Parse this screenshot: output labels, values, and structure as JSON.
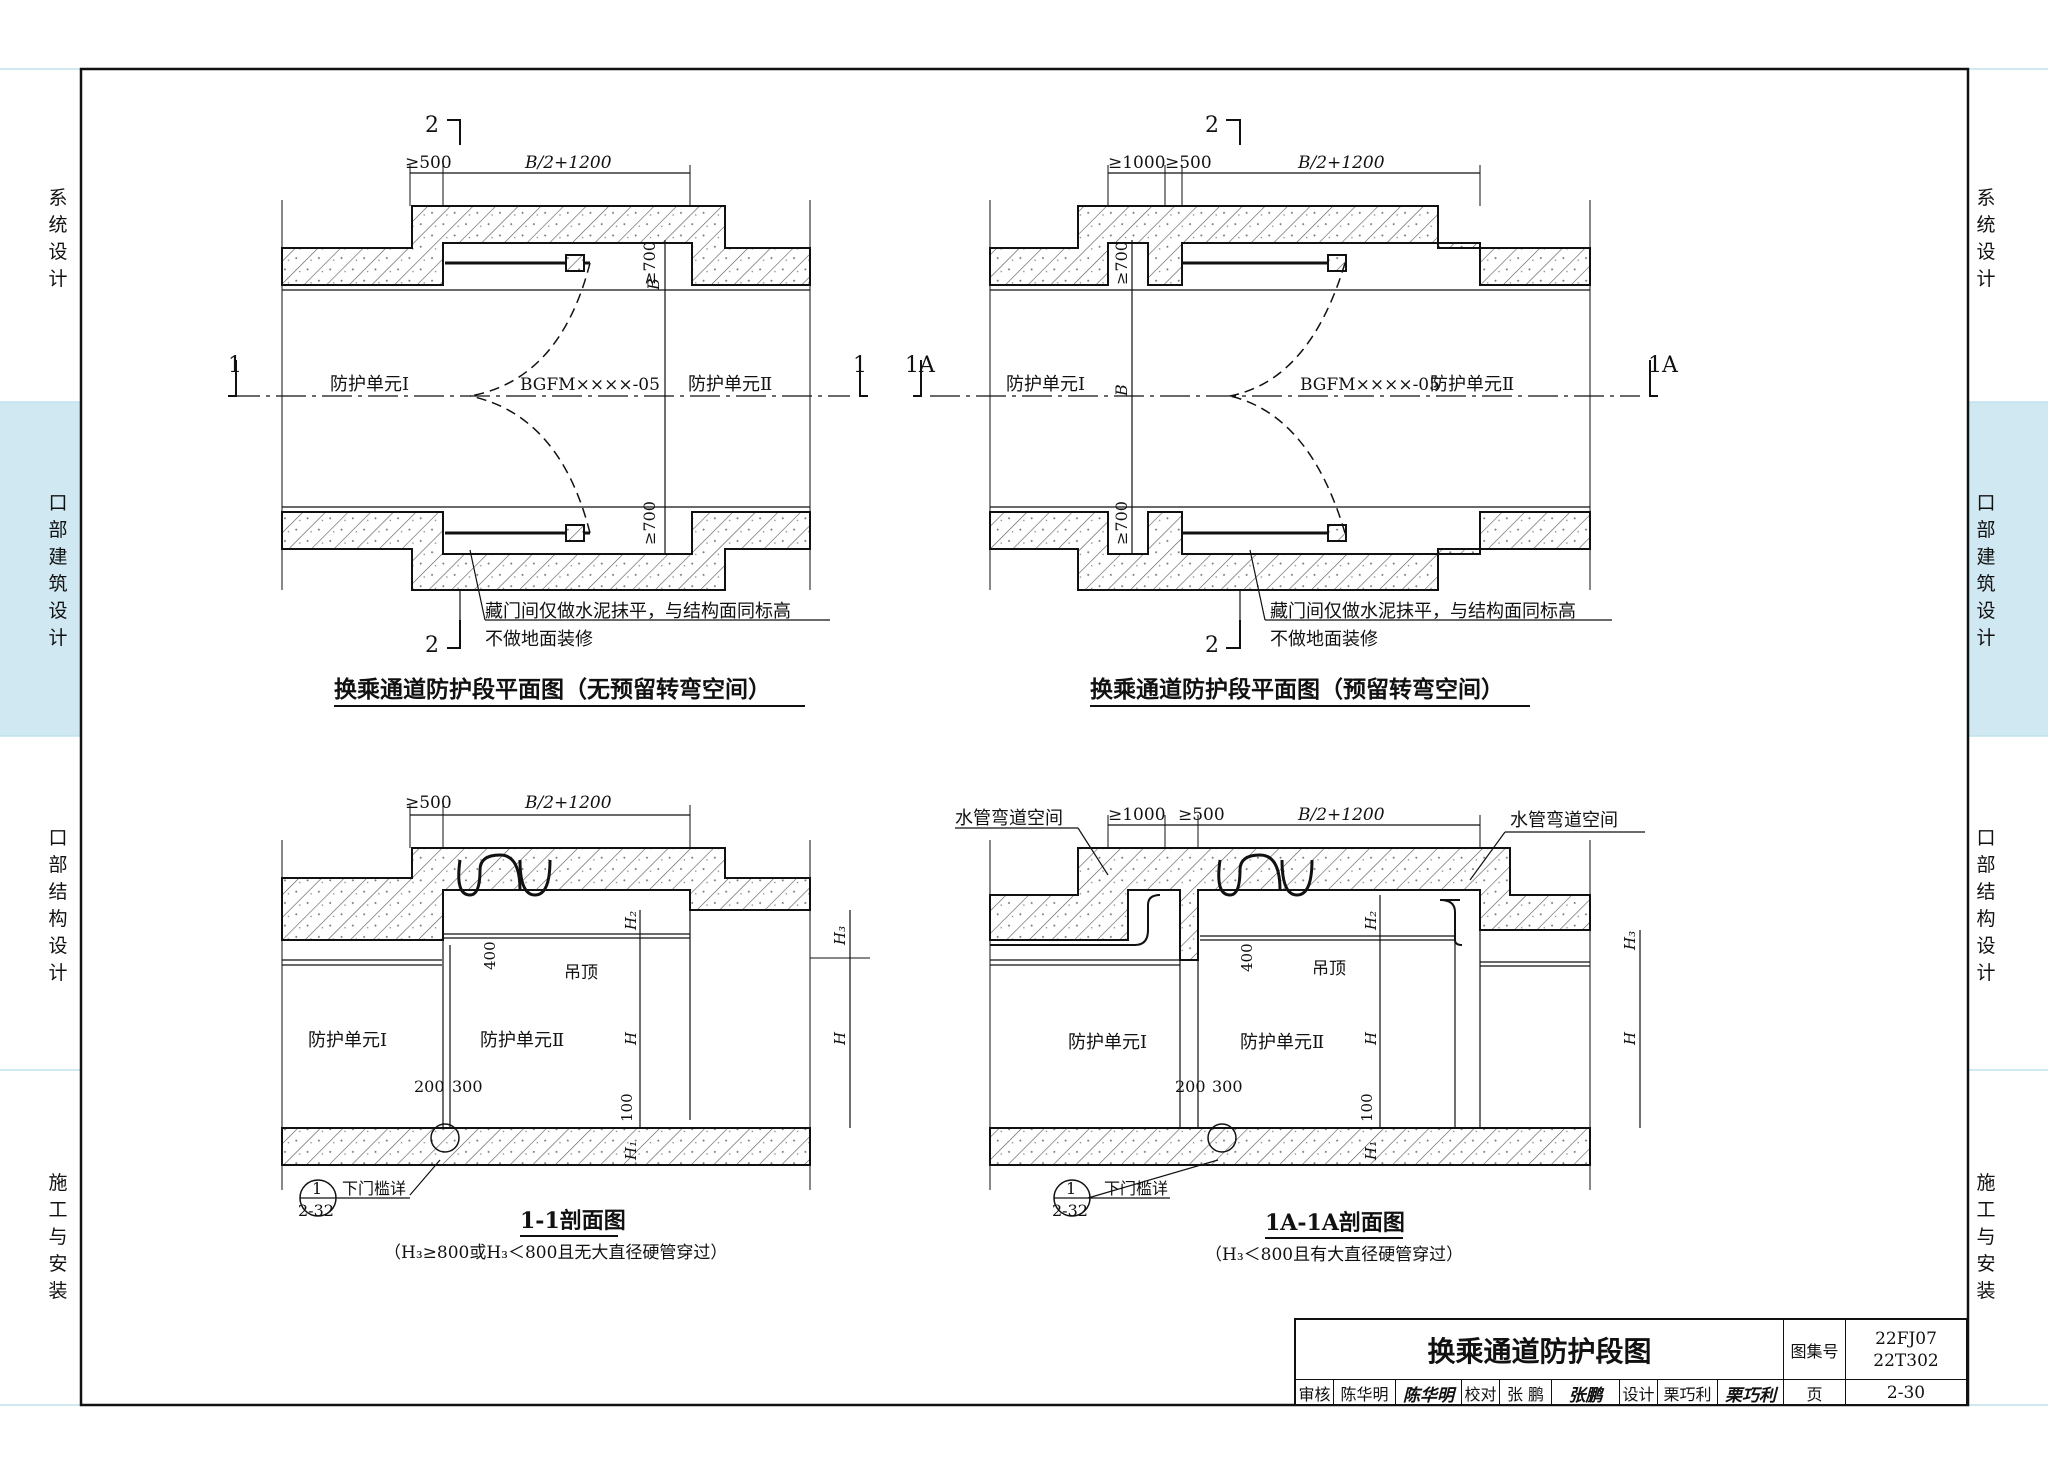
{
  "side_tabs_left": [
    {
      "label": "系统设计",
      "active": false
    },
    {
      "label": "口部建筑设计",
      "active": true
    },
    {
      "label": "口部结构设计",
      "active": false
    },
    {
      "label": "施工与安装",
      "active": false
    }
  ],
  "side_tabs_right": [
    {
      "label": "系统设计",
      "active": false
    },
    {
      "label": "口部建筑设计",
      "active": true
    },
    {
      "label": "口部结构设计",
      "active": false
    },
    {
      "label": "施工与安装",
      "active": false
    }
  ],
  "colors": {
    "active_tab": "#cfe8f1",
    "line": "#111111",
    "guide": "#bfe3ee"
  },
  "plan_left": {
    "title": "换乘通道防护段平面图（无预留转弯空间）",
    "section_2_top": "2",
    "section_2_bottom": "2",
    "section_1_left": "1",
    "section_1_right": "1",
    "dim_top_a": "≥500",
    "dim_top_b": "B/2+1200",
    "dim_side_top": "≥700",
    "dim_side_bottom": "≥700",
    "dim_B": "B",
    "unit_left": "防护单元Ⅰ",
    "door_code": "BGFM××××-05",
    "unit_right": "防护单元Ⅱ",
    "note_line1": "藏门间仅做水泥抹平，与结构面同标高",
    "note_line2": "不做地面装修"
  },
  "plan_right": {
    "title": "换乘通道防护段平面图（预留转弯空间）",
    "section_2_top": "2",
    "section_2_bottom": "2",
    "section_1_left": "1A",
    "section_1_right": "1A",
    "dim_top_c": "≥1000",
    "dim_top_a": "≥500",
    "dim_top_b": "B/2+1200",
    "dim_side_top": "≥700",
    "dim_side_bottom": "≥700",
    "dim_B": "B",
    "unit_left": "防护单元Ⅰ",
    "door_code": "BGFM××××-05",
    "unit_right": "防护单元Ⅱ",
    "note_line1": "藏门间仅做水泥抹平，与结构面同标高",
    "note_line2": "不做地面装修"
  },
  "section_left": {
    "title": "1-1剖面图",
    "subtitle": "（H₃≥800或H₃＜800且无大直径硬管穿过）",
    "dim_top_a": "≥500",
    "dim_top_b": "B/2+1200",
    "label_ceiling": "吊顶",
    "dim_400": "400",
    "dim_H2": "H₂",
    "dim_H": "H",
    "dim_H3": "H₃",
    "dim_H_right": "H",
    "dim_100": "100",
    "dim_H1": "H₁",
    "dim_200": "200",
    "dim_300": "300",
    "unit_left": "防护单元Ⅰ",
    "unit_right": "防护单元Ⅱ",
    "detail_top": "1",
    "detail_bottom": "2-32",
    "detail_label": "下门槛详"
  },
  "section_right": {
    "title": "1A-1A剖面图",
    "subtitle": "（H₃＜800且有大直径硬管穿过）",
    "pipe_left": "水管弯道空间",
    "pipe_right": "水管弯道空间",
    "dim_top_c": "≥1000",
    "dim_top_a": "≥500",
    "dim_top_b": "B/2+1200",
    "label_ceiling": "吊顶",
    "dim_400": "400",
    "dim_H2": "H₂",
    "dim_H": "H",
    "dim_H3": "H₃",
    "dim_H_right": "H",
    "dim_100": "100",
    "dim_H1": "H₁",
    "dim_200": "200",
    "dim_300": "300",
    "unit_left": "防护单元Ⅰ",
    "unit_right": "防护单元Ⅱ",
    "detail_top": "1",
    "detail_bottom": "2-32",
    "detail_label": "下门槛详"
  },
  "title_block": {
    "drawing_title": "换乘通道防护段图",
    "atlas_label": "图集号",
    "atlas_no_1": "22FJ07",
    "atlas_no_2": "22T302",
    "review_label": "审核",
    "reviewer": "陈华明",
    "reviewer_sign": "陈华明",
    "check_label": "校对",
    "checker": "张 鹏",
    "checker_sign": "张鹏",
    "design_label": "设计",
    "designer": "栗巧利",
    "designer_sign": "栗巧利",
    "page_label": "页",
    "page_no": "2-30"
  }
}
